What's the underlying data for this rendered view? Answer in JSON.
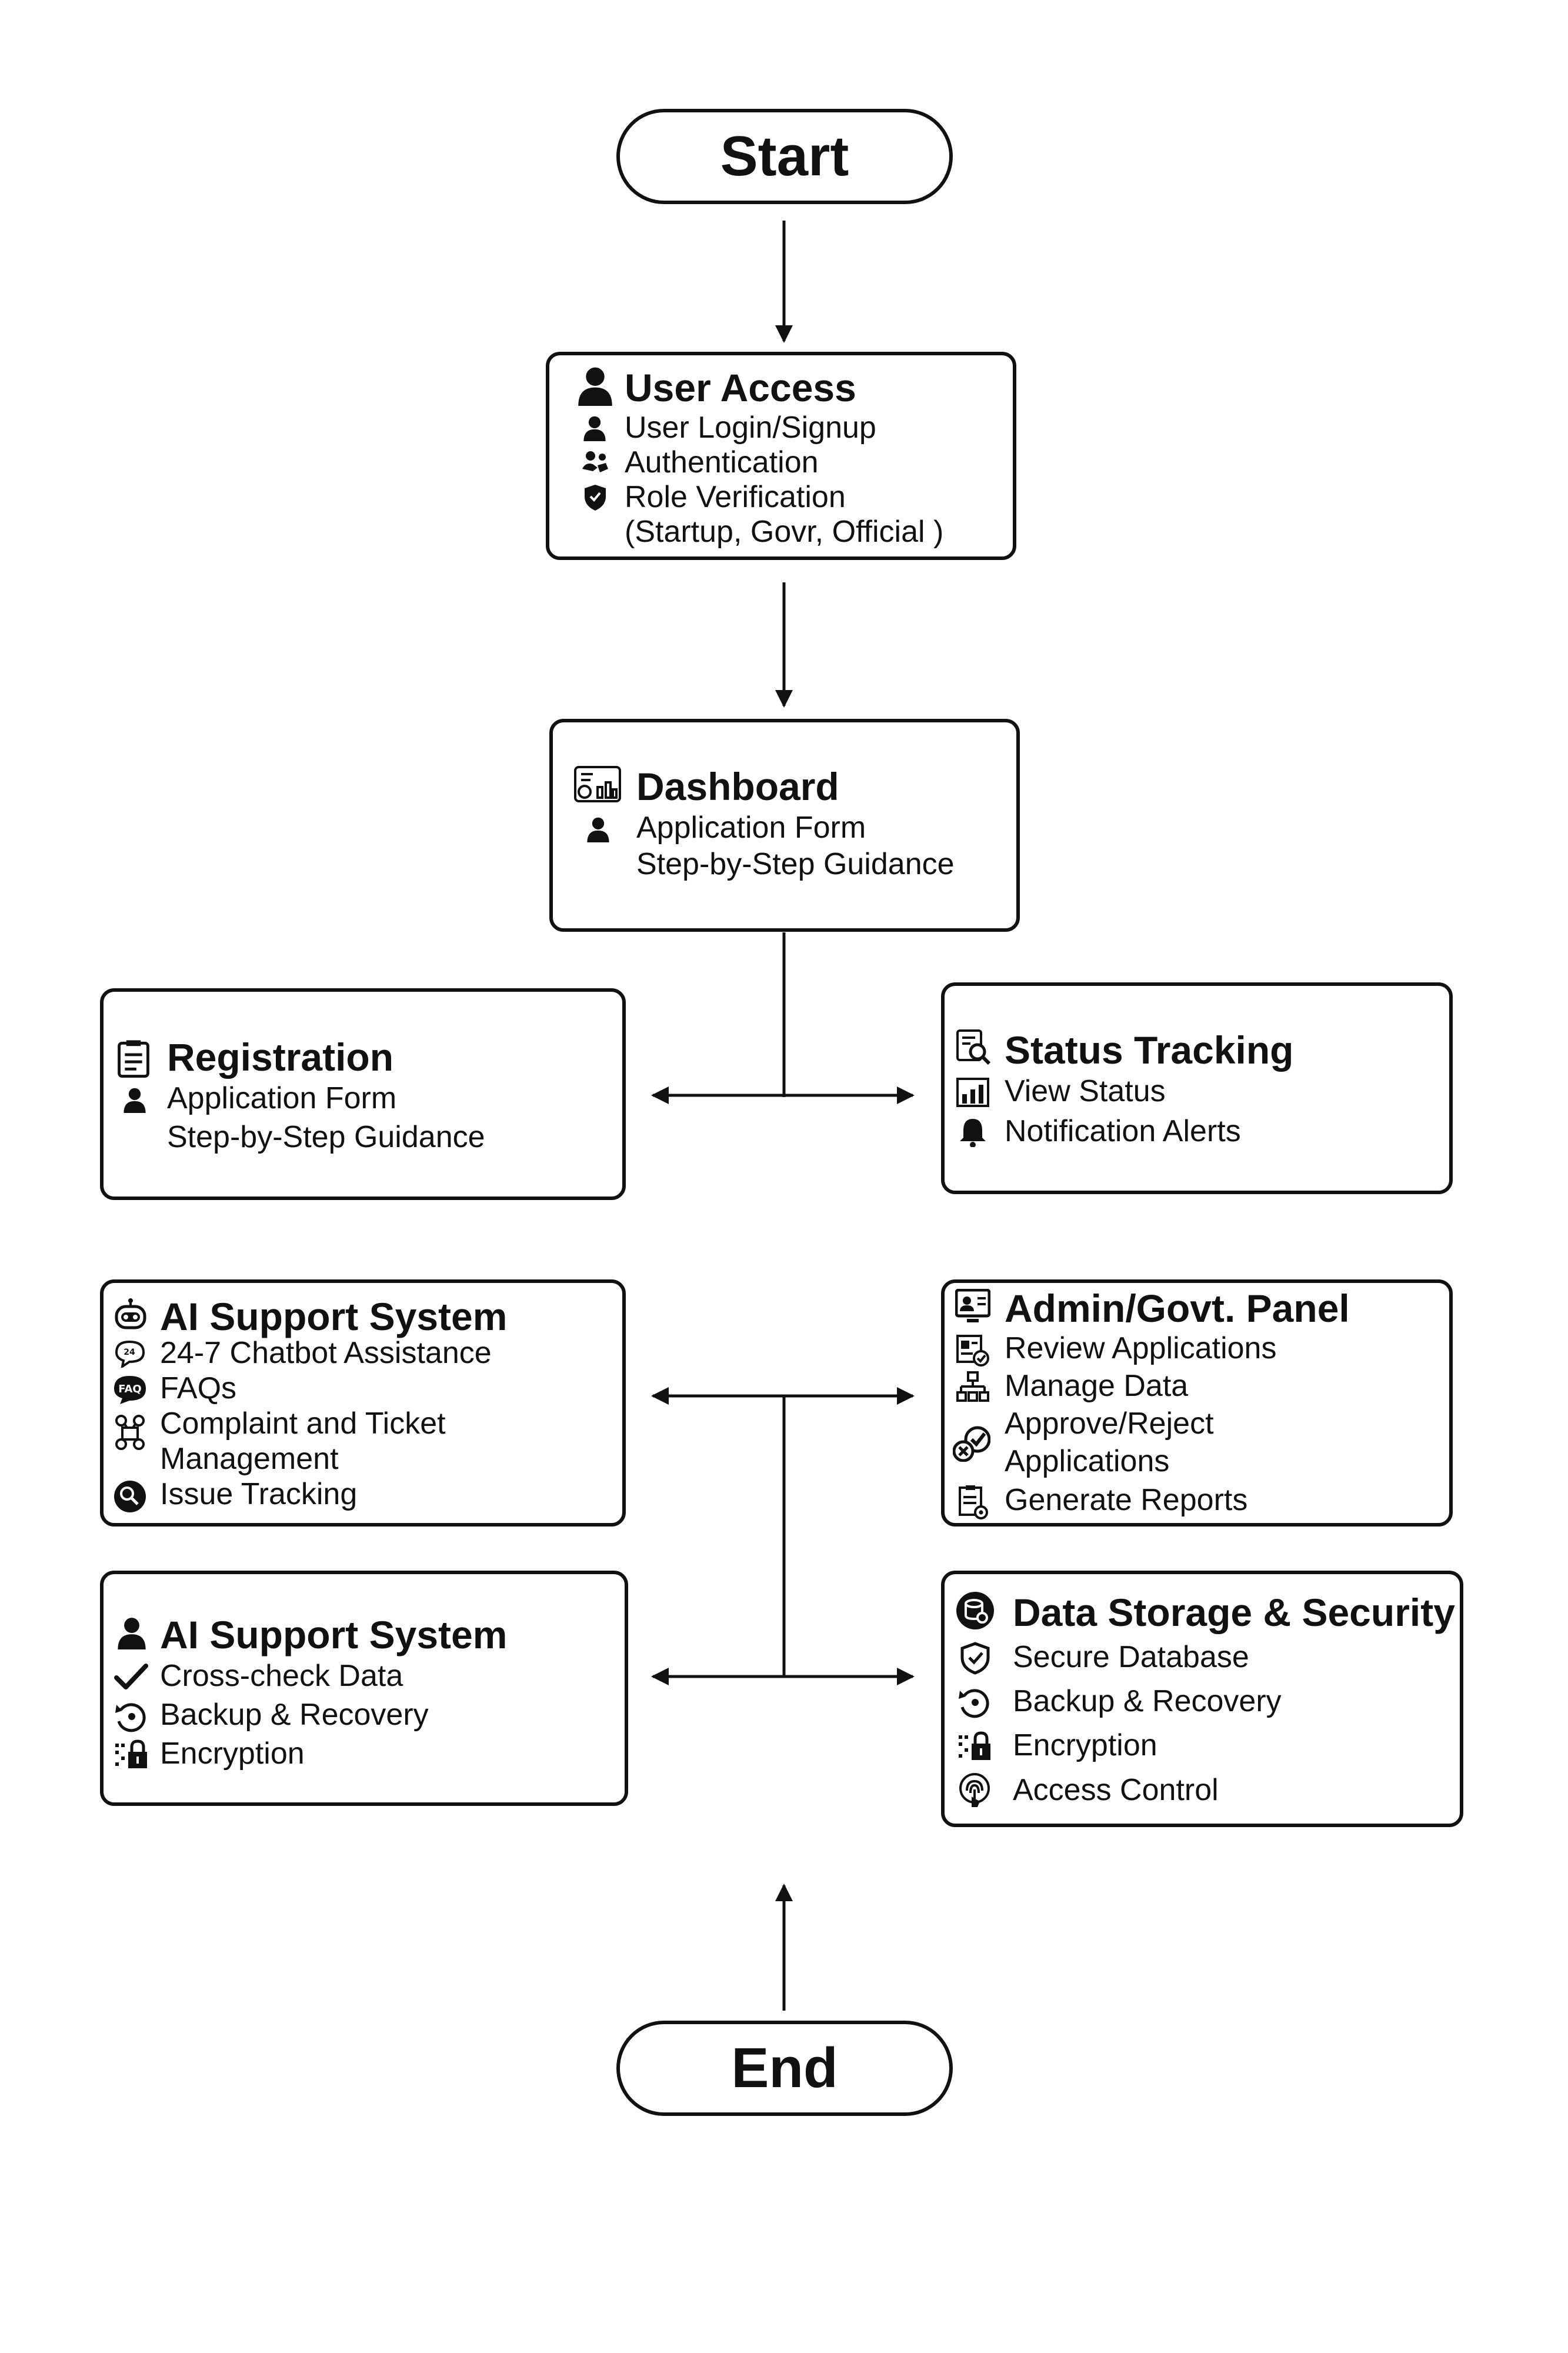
{
  "start": {
    "label": "Start"
  },
  "end": {
    "label": "End"
  },
  "user_access": {
    "title": "User Access",
    "items": [
      "User Login/Signup",
      "Authentication",
      "Role Verification",
      "(Startup, Govr, Official )"
    ]
  },
  "dashboard": {
    "title": "Dashboard",
    "items": [
      "Application Form",
      "Step-by-Step Guidance"
    ]
  },
  "registration": {
    "title": "Registration",
    "items": [
      "Application Form",
      "Step-by-Step Guidance"
    ]
  },
  "status_tracking": {
    "title": "Status Tracking",
    "items": [
      "View Status",
      "Notification Alerts"
    ]
  },
  "ai_support_1": {
    "title": "AI Support System",
    "items": [
      "24-7 Chatbot Assistance",
      "FAQs",
      "Complaint and Ticket",
      "Management",
      "Issue Tracking"
    ]
  },
  "admin_panel": {
    "title": "Admin/Govt. Panel",
    "items": [
      "Review Applications",
      "Manage Data",
      "Approve/Reject",
      "Applications",
      "Generate Reports"
    ]
  },
  "ai_support_2": {
    "title": "AI Support System",
    "items": [
      "Cross-check Data",
      "Backup & Recovery",
      "Encryption"
    ]
  },
  "data_storage": {
    "title": "Data Storage & Security",
    "items": [
      "Secure Database",
      "Backup & Recovery",
      "Encryption",
      "Access Control"
    ]
  },
  "icons": {
    "user": "user-icon",
    "handshake": "handshake-icon",
    "shield": "shield-icon",
    "dashboard": "dashboard-icon",
    "clipboard": "clipboard-icon",
    "magnifier": "search-report-icon",
    "chart": "chart-icon",
    "bell": "bell-icon",
    "robot": "robot-icon",
    "chatbot": "chatbot-icon",
    "faq": "faq-icon",
    "ticket": "ticket-icon",
    "issue": "issue-icon",
    "admin": "admin-icon",
    "review": "review-icon",
    "network": "network-icon",
    "approve": "approve-reject-icon",
    "report": "report-icon",
    "check": "check-icon",
    "backup": "backup-icon",
    "lock": "lock-icon",
    "database": "database-icon",
    "fingerprint": "fingerprint-icon"
  }
}
